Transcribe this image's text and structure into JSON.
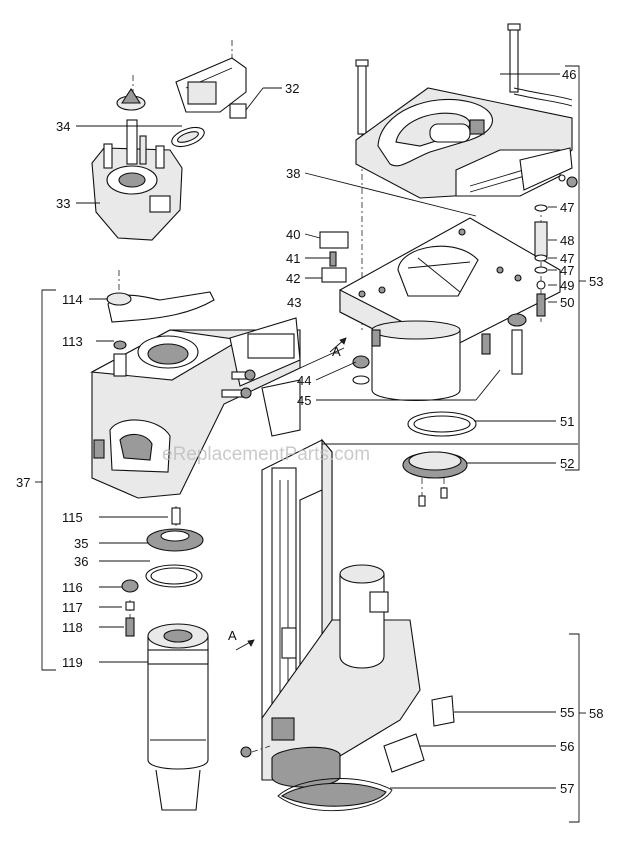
{
  "watermark": "eReplacementParts.com",
  "section_marks": [
    "A",
    "A"
  ],
  "callouts": [
    {
      "id": "c46",
      "text": "46"
    },
    {
      "id": "c32",
      "text": "32"
    },
    {
      "id": "c34",
      "text": "34"
    },
    {
      "id": "c33",
      "text": "33"
    },
    {
      "id": "c38",
      "text": "38"
    },
    {
      "id": "c47a",
      "text": "47"
    },
    {
      "id": "c48",
      "text": "48"
    },
    {
      "id": "c47b",
      "text": "47"
    },
    {
      "id": "c47c",
      "text": "47"
    },
    {
      "id": "c49",
      "text": "49"
    },
    {
      "id": "c50",
      "text": "50"
    },
    {
      "id": "c53",
      "text": "53"
    },
    {
      "id": "c40",
      "text": "40"
    },
    {
      "id": "c41",
      "text": "41"
    },
    {
      "id": "c42",
      "text": "42"
    },
    {
      "id": "c43",
      "text": "43"
    },
    {
      "id": "c114",
      "text": "114"
    },
    {
      "id": "c113",
      "text": "113"
    },
    {
      "id": "c44",
      "text": "44"
    },
    {
      "id": "c45",
      "text": "45"
    },
    {
      "id": "c51",
      "text": "51"
    },
    {
      "id": "c52",
      "text": "52"
    },
    {
      "id": "c37",
      "text": "37"
    },
    {
      "id": "c115",
      "text": "115"
    },
    {
      "id": "c35",
      "text": "35"
    },
    {
      "id": "c36",
      "text": "36"
    },
    {
      "id": "c116",
      "text": "116"
    },
    {
      "id": "c117",
      "text": "117"
    },
    {
      "id": "c118",
      "text": "118"
    },
    {
      "id": "c119",
      "text": "119"
    },
    {
      "id": "c55",
      "text": "55"
    },
    {
      "id": "c58",
      "text": "58"
    },
    {
      "id": "c56",
      "text": "56"
    },
    {
      "id": "c57",
      "text": "57"
    }
  ]
}
